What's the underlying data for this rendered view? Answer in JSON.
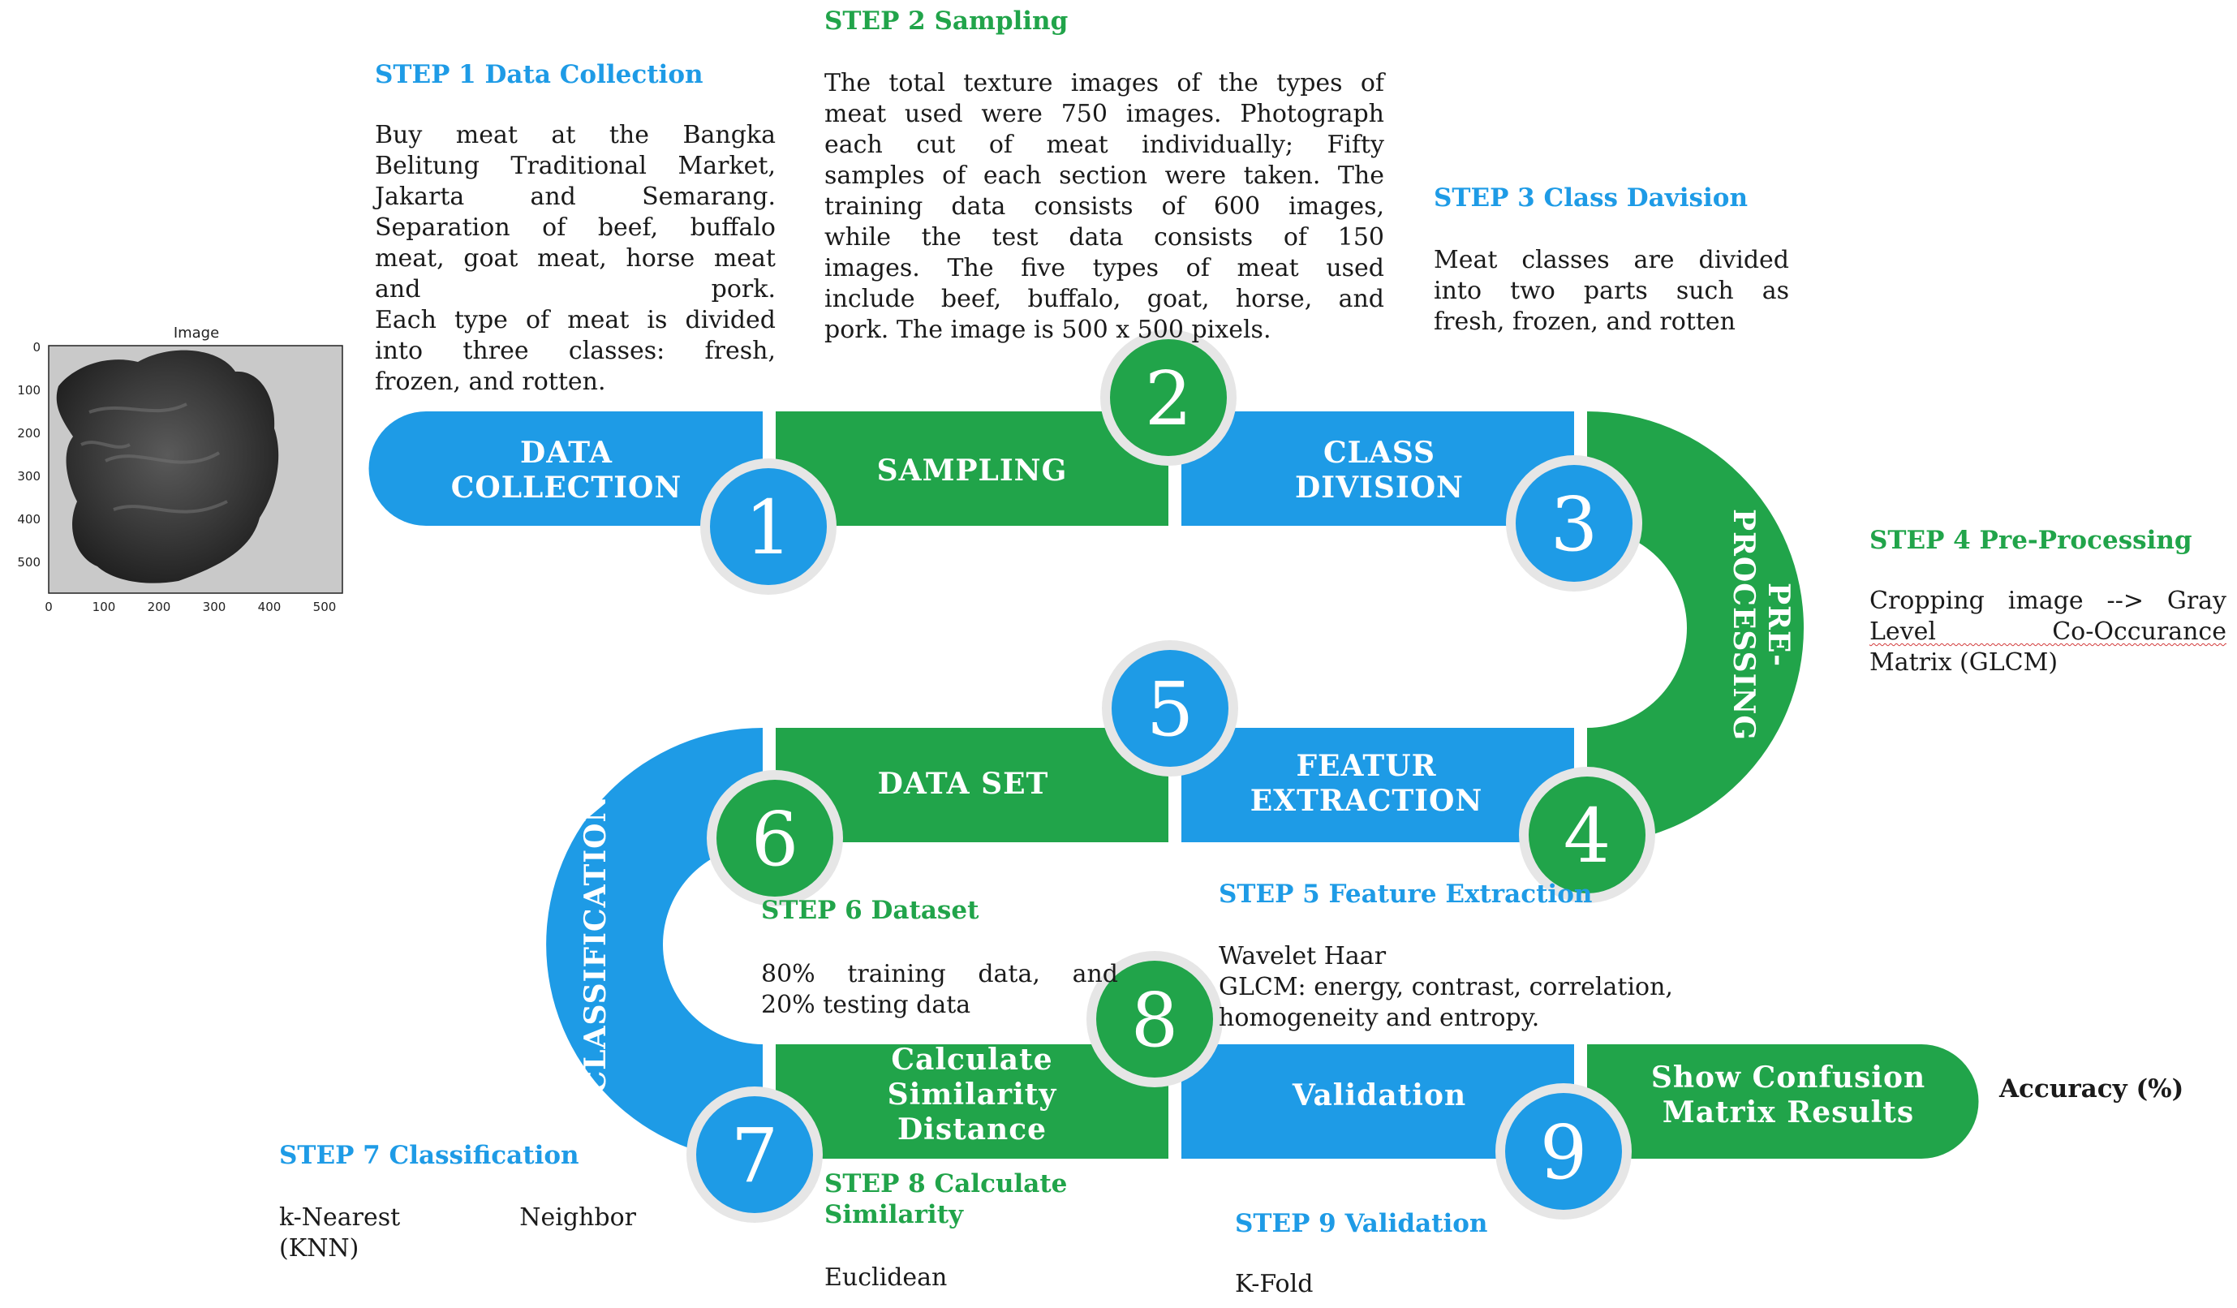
{
  "colors": {
    "blue": "#1e9be6",
    "green": "#21a44a",
    "badge_ring": "#e6e6e6",
    "text": "#1a1a1a"
  },
  "inset": {
    "title": "Image",
    "y_ticks": [
      "0",
      "100",
      "200",
      "300",
      "400",
      "500"
    ],
    "x_ticks": [
      "0",
      "100",
      "200",
      "300",
      "400",
      "500"
    ]
  },
  "stages": [
    {
      "number": "1",
      "label_lines": [
        "DATA",
        "COLLECTION"
      ]
    },
    {
      "number": "2",
      "label_lines": [
        "SAMPLING"
      ]
    },
    {
      "number": "3",
      "label_lines": [
        "CLASS",
        "DIVISION"
      ]
    },
    {
      "number": "4",
      "label_lines": [
        "PRE-",
        "PROCESSING"
      ]
    },
    {
      "number": "5",
      "label_lines": [
        "FEATUR",
        "EXTRACTION"
      ]
    },
    {
      "number": "6",
      "label_lines": [
        "DATA SET"
      ]
    },
    {
      "number": "7",
      "label_lines": [
        "CLASSIFICATION"
      ]
    },
    {
      "number": "8",
      "label_lines": [
        "Calculate",
        "Similarity",
        "Distance"
      ]
    },
    {
      "number": "9",
      "label_lines": [
        "Validation"
      ]
    },
    {
      "number": "",
      "label_lines": [
        "Show Confusion",
        "Matrix Results"
      ]
    }
  ],
  "steps": {
    "s1": {
      "title": "STEP 1 Data Collection",
      "lines": [
        "Buy meat at the Bangka",
        "Belitung Traditional Market,",
        "Jakarta and Semarang.",
        "Separation of beef, buffalo",
        "meat, goat meat, horse meat",
        "and pork.",
        "Each type of meat is divided",
        "into three classes: fresh,",
        "frozen, and rotten."
      ]
    },
    "s2": {
      "title": "STEP 2 Sampling",
      "lines": [
        "The total texture images of the types of",
        "meat used were 750 images. Photograph",
        "each cut of meat individually; Fifty",
        "samples of each section were taken. The",
        "training data consists of 600 images,",
        "while the test data consists of 150",
        "images. The five types of meat used",
        "include beef, buffalo, goat, horse, and",
        "pork. The image is 500 x 500 pixels."
      ]
    },
    "s3": {
      "title": "STEP 3 Class Davision",
      "lines": [
        "Meat classes are divided",
        "into two parts such as",
        "fresh, frozen, and rotten"
      ]
    },
    "s4": {
      "title": "STEP 4 Pre-Processing",
      "lines": [
        "Cropping image --> Gray",
        "Level Co-Occurance",
        "Matrix (GLCM)"
      ]
    },
    "s5": {
      "title": "STEP 5 Feature Extraction",
      "lines": [
        "Wavelet Haar",
        "GLCM: energy, contrast, correlation,",
        "homogeneity and entropy."
      ]
    },
    "s6": {
      "title": "STEP 6 Dataset",
      "lines": [
        "80% training data, and",
        "20% testing data"
      ]
    },
    "s7": {
      "title": "STEP 7 Classification",
      "lines": [
        "k-Nearest Neighbor",
        "(KNN)"
      ]
    },
    "s8": {
      "title": "STEP 8 Calculate Similarity",
      "lines": [
        "Euclidean"
      ]
    },
    "s9": {
      "title": "STEP 9 Validation",
      "lines": [
        "K-Fold"
      ]
    }
  },
  "result": {
    "label": "Accuracy (%)"
  }
}
